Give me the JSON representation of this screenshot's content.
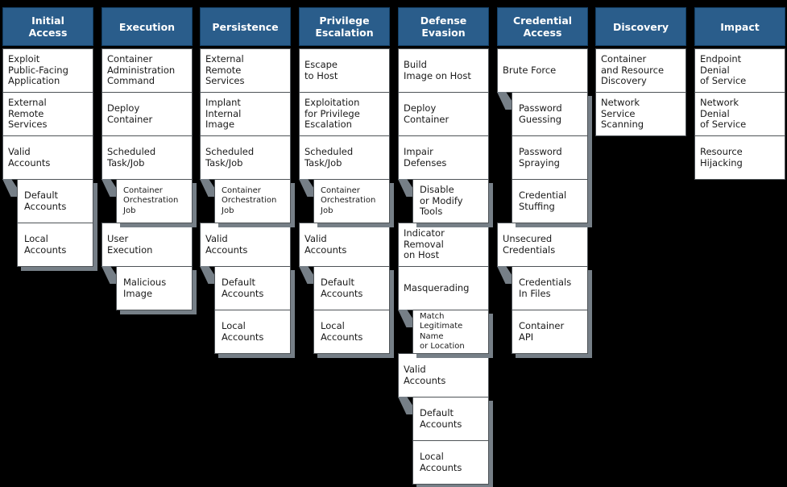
{
  "colors": {
    "background": "#000000",
    "tactic_header_blue": "#2a5d8b",
    "cell_background": "#ffffff",
    "cell_border": "#4e5357",
    "subtechnique_shadow_gray": "#767f87",
    "header_text": "#ffffff",
    "cell_text": "#1a1a1a"
  },
  "matrix": {
    "columns": [
      {
        "tactic": "Initial\nAccess",
        "items": [
          {
            "t": "Exploit\nPublic-Facing\nApplication"
          },
          {
            "t": "External\nRemote\nServices"
          },
          {
            "t": "Valid\nAccounts"
          },
          {
            "subs": [
              {
                "t": "Default\nAccounts"
              },
              {
                "t": "Local\nAccounts"
              }
            ]
          }
        ]
      },
      {
        "tactic": "Execution",
        "items": [
          {
            "t": "Container\nAdministration\nCommand"
          },
          {
            "t": "Deploy\nContainer"
          },
          {
            "t": "Scheduled\nTask/Job"
          },
          {
            "subs": [
              {
                "t": "Container\nOrchestration\nJob",
                "small": true
              }
            ]
          },
          {
            "t": "User\nExecution"
          },
          {
            "subs": [
              {
                "t": "Malicious\nImage"
              }
            ]
          }
        ]
      },
      {
        "tactic": "Persistence",
        "items": [
          {
            "t": "External\nRemote\nServices"
          },
          {
            "t": "Implant\nInternal\nImage"
          },
          {
            "t": "Scheduled\nTask/Job"
          },
          {
            "subs": [
              {
                "t": "Container\nOrchestration\nJob",
                "small": true
              }
            ]
          },
          {
            "t": "Valid\nAccounts"
          },
          {
            "subs": [
              {
                "t": "Default\nAccounts"
              },
              {
                "t": "Local\nAccounts"
              }
            ]
          }
        ]
      },
      {
        "tactic": "Privilege\nEscalation",
        "items": [
          {
            "t": "Escape\nto Host"
          },
          {
            "t": "Exploitation\nfor Privilege\nEscalation"
          },
          {
            "t": "Scheduled\nTask/Job"
          },
          {
            "subs": [
              {
                "t": "Container\nOrchestration\nJob",
                "small": true
              }
            ]
          },
          {
            "t": "Valid\nAccounts"
          },
          {
            "subs": [
              {
                "t": "Default\nAccounts"
              },
              {
                "t": "Local\nAccounts"
              }
            ]
          }
        ]
      },
      {
        "tactic": "Defense\nEvasion",
        "items": [
          {
            "t": "Build\nImage on Host"
          },
          {
            "t": "Deploy\nContainer"
          },
          {
            "t": "Impair\nDefenses"
          },
          {
            "subs": [
              {
                "t": "Disable\nor Modify\nTools"
              }
            ]
          },
          {
            "t": "Indicator\nRemoval\non Host"
          },
          {
            "t": "Masquerading"
          },
          {
            "subs": [
              {
                "t": "Match\nLegitimate\nName\nor Location",
                "small": true
              }
            ]
          },
          {
            "t": "Valid\nAccounts"
          },
          {
            "subs": [
              {
                "t": "Default\nAccounts"
              },
              {
                "t": "Local\nAccounts"
              }
            ]
          }
        ]
      },
      {
        "tactic": "Credential\nAccess",
        "items": [
          {
            "t": "Brute Force"
          },
          {
            "subs": [
              {
                "t": "Password\nGuessing"
              },
              {
                "t": "Password\nSpraying"
              },
              {
                "t": "Credential\nStuffing"
              }
            ]
          },
          {
            "t": "Unsecured\nCredentials"
          },
          {
            "subs": [
              {
                "t": "Credentials\nIn Files"
              },
              {
                "t": "Container\nAPI"
              }
            ]
          }
        ]
      },
      {
        "tactic": "Discovery",
        "items": [
          {
            "t": "Container\nand Resource\nDiscovery"
          },
          {
            "t": "Network\nService\nScanning"
          }
        ]
      },
      {
        "tactic": "Impact",
        "items": [
          {
            "t": "Endpoint\nDenial\nof Service"
          },
          {
            "t": "Network\nDenial\nof Service"
          },
          {
            "t": "Resource\nHijacking"
          }
        ]
      }
    ]
  }
}
